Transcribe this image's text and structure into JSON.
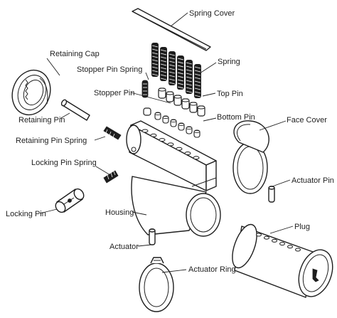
{
  "labels": {
    "spring_cover": "Spring Cover",
    "retaining_cap": "Retaining Cap",
    "spring": "Spring",
    "stopper_pin_spring": "Stopper Pin Spring",
    "stopper_pin": "Stopper Pin",
    "top_pin": "Top Pin",
    "retaining_pin": "Retaining Pin",
    "bottom_pin": "Bottom Pin",
    "face_cover": "Face Cover",
    "retaining_pin_spring": "Retaining Pin Spring",
    "locking_pin_spring": "Locking Pin Spring",
    "actuator_pin": "Actuator Pin",
    "locking_pin": "Locking Pin",
    "housing": "Housing",
    "plug": "Plug",
    "actuator": "Actuator",
    "actuator_ring": "Actuator Ring"
  },
  "colors": {
    "ink": "#1e1e1e",
    "background": "#ffffff"
  }
}
